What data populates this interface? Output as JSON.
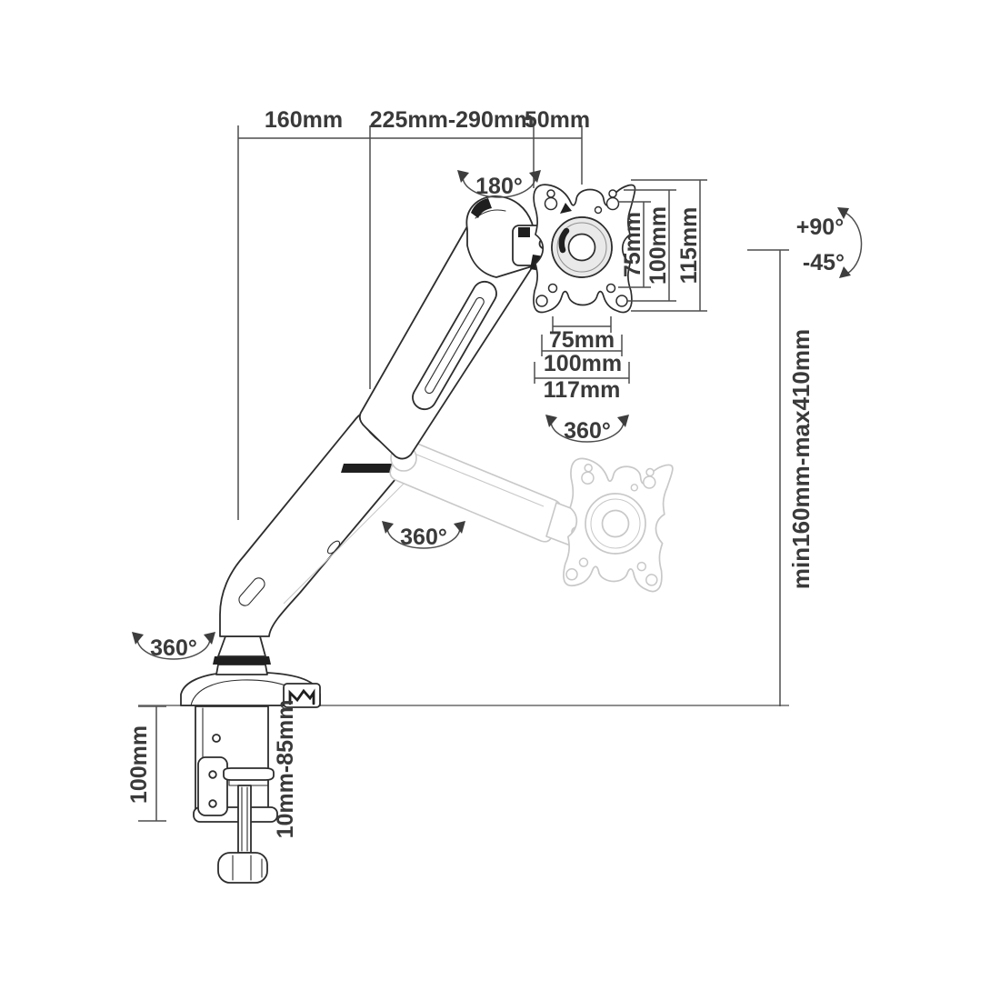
{
  "colors": {
    "line": "#2d2d2d",
    "ghost_line": "#c8c8c8",
    "dimension_line": "#4d4d4d",
    "desk_line": "#8f8f8f",
    "label_text": "#3a3a3a",
    "background": "#ffffff"
  },
  "drawing": {
    "dims_top": {
      "base_offset": "160mm",
      "arm_reach": "225mm-290mm",
      "plate_width": "50mm"
    },
    "dims_vesa_vertical": {
      "holes_75": "75mm",
      "holes_100": "100mm",
      "plate_height": "115mm"
    },
    "dims_vesa_horizontal": {
      "holes_75": "75mm",
      "holes_100": "100mm",
      "plate_width": "117mm"
    },
    "dims_height": {
      "range": "min160mm-max410mm"
    },
    "dims_tilt": {
      "up": "+90°",
      "down": "-45°"
    },
    "dims_clamp": {
      "depth": "100mm",
      "desk_thickness": "10mm-85mm"
    },
    "rotations": {
      "head_swivel": "180°",
      "vesa_rotation": "360°",
      "arm_rotation": "360°",
      "base_rotation": "360°"
    }
  }
}
